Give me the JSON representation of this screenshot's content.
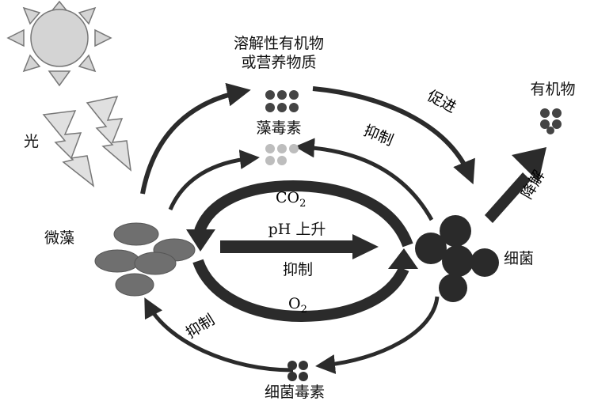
{
  "labels": {
    "light": "光",
    "algae": "微藻",
    "bacteria": "细菌",
    "dom_line1": "溶解性有机物",
    "dom_line2": "或营养物质",
    "algal_toxin": "藻毒素",
    "promote": "促进",
    "inhibit_upper": "抑制",
    "inhibit_center": "抑制",
    "inhibit_lower": "抑制",
    "co2_base": "CO",
    "co2_sub": "2",
    "ph_rise": "pH 上升",
    "o2_base": "O",
    "o2_sub": "2",
    "organic_matter": "有机物",
    "degrade": "降解",
    "bacterial_toxin": "细菌毒素"
  },
  "colors": {
    "arrow": "#2b2b2b",
    "algae_cell": "#6f6f6f",
    "bacteria_cell": "#2a2a2a",
    "sun_fill": "#d4d4d4",
    "bolt_fill": "#e0e0e0",
    "light_particle": "#bdbdbd"
  }
}
